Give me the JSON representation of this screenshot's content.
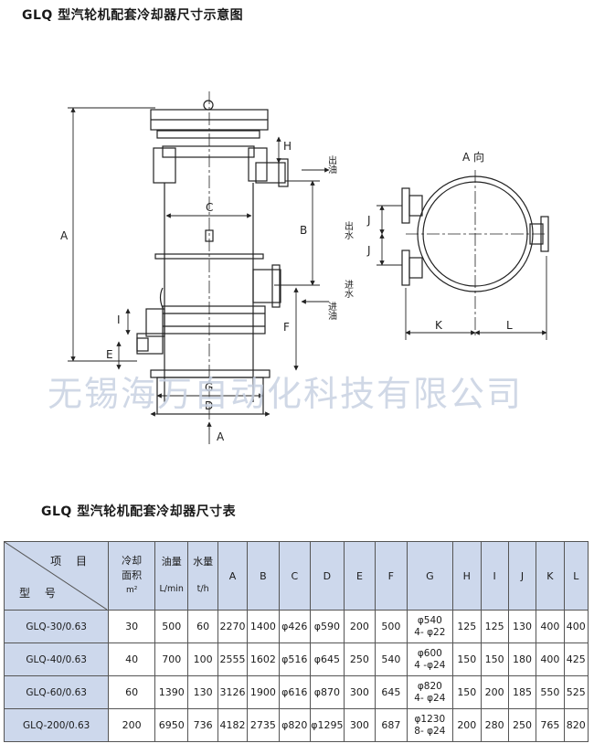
{
  "titles": {
    "diagram": "GLQ 型汽轮机配套冷却器尺寸示意图",
    "table": "GLQ 型汽轮机配套冷却器尺寸表"
  },
  "watermark": "无锡海万自动化科技有限公司",
  "diagram_labels": {
    "A": "A",
    "B": "B",
    "C": "C",
    "D": "D",
    "E": "E",
    "F": "F",
    "G": "G",
    "H": "H",
    "I": "I",
    "J": "J",
    "K": "K",
    "L": "L",
    "view_title": "A 向",
    "arrow_a": "A",
    "oil_out": "出油",
    "oil_in": "进油",
    "water_out": "出水",
    "water_in": "进水"
  },
  "table": {
    "corner_top": "项 目",
    "corner_bottom": "型 号",
    "header_area_1": "冷却",
    "header_area_2": "面积",
    "header_area_3": "m²",
    "header_oil_1": "油量",
    "header_oil_2": "L/min",
    "header_water_1": "水量",
    "header_water_2": "t/h",
    "letters": [
      "A",
      "B",
      "C",
      "D",
      "E",
      "F",
      "G",
      "H",
      "I",
      "J",
      "K",
      "L"
    ],
    "rows": [
      {
        "model": "GLQ-30/0.63",
        "area": "30",
        "oil": "500",
        "water": "60",
        "A": "2270",
        "B": "1400",
        "C": "φ426",
        "D": "φ590",
        "E": "200",
        "F": "500",
        "G1": "φ540",
        "G2": "4- φ22",
        "H": "125",
        "I": "125",
        "J": "130",
        "K": "400",
        "L": "400"
      },
      {
        "model": "GLQ-40/0.63",
        "area": "40",
        "oil": "700",
        "water": "100",
        "A": "2555",
        "B": "1602",
        "C": "φ516",
        "D": "φ645",
        "E": "250",
        "F": "540",
        "G1": "φ600",
        "G2": "4 -φ24",
        "H": "150",
        "I": "150",
        "J": "180",
        "K": "400",
        "L": "425"
      },
      {
        "model": "GLQ-60/0.63",
        "area": "60",
        "oil": "1390",
        "water": "130",
        "A": "3126",
        "B": "1900",
        "C": "φ616",
        "D": "φ870",
        "E": "300",
        "F": "645",
        "G1": "φ820",
        "G2": "4- φ24",
        "H": "150",
        "I": "200",
        "J": "185",
        "K": "550",
        "L": "525"
      },
      {
        "model": "GLQ-200/0.63",
        "area": "200",
        "oil": "6950",
        "water": "736",
        "A": "4182",
        "B": "2735",
        "C": "φ820",
        "D": "φ1295",
        "E": "300",
        "F": "687",
        "G1": "φ1230",
        "G2": "8- φ24",
        "H": "200",
        "I": "280",
        "J": "250",
        "K": "765",
        "L": "820"
      }
    ]
  }
}
